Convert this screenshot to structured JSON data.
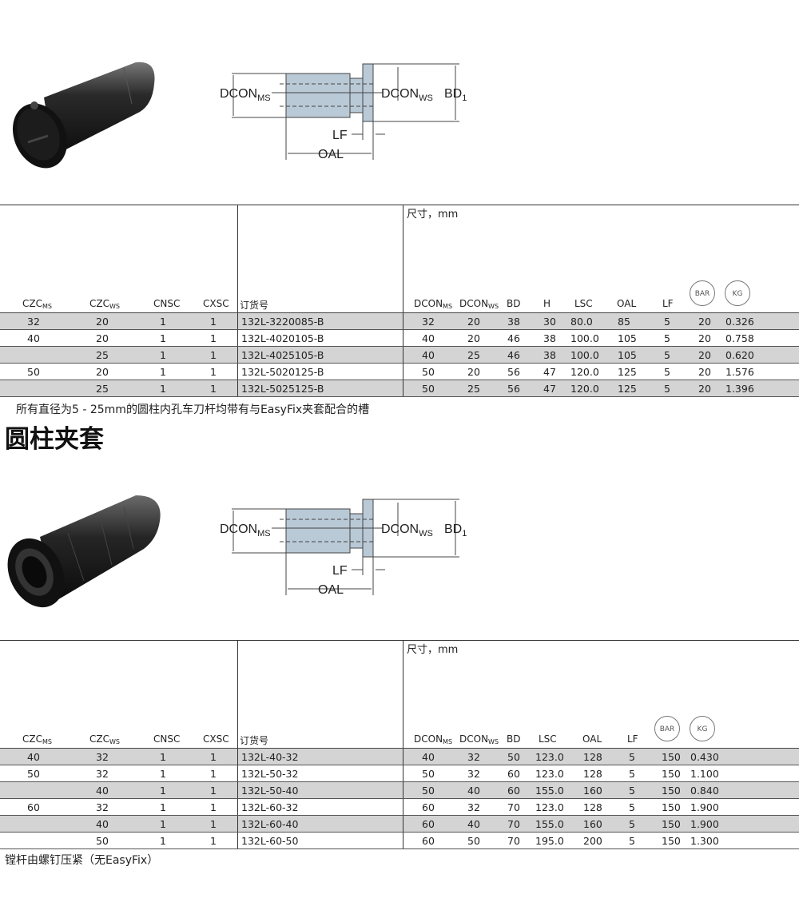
{
  "section1": {
    "drawing_labels": {
      "dcon_ms": "DCON",
      "ms": "MS",
      "dcon_ws": "DCON",
      "ws": "WS",
      "bd": "BD",
      "bd_sub": "1",
      "lf": "LF",
      "oal": "OAL"
    },
    "dim_label": "尺寸，mm",
    "headers": {
      "czc_ms": "CZC",
      "czc_ms_sub": "MS",
      "czc_ws": "CZC",
      "czc_ws_sub": "WS",
      "cnsc": "CNSC",
      "cxsc": "CXSC",
      "order_no": "订货号",
      "dcon_ms": "DCON",
      "dcon_ms_sub": "MS",
      "dcon_ws": "DCON",
      "dcon_ws_sub": "WS",
      "bd": "BD",
      "h": "H",
      "lsc": "LSC",
      "oal": "OAL",
      "lf": "LF",
      "bar_icon": "BAR",
      "kg_icon": "KG"
    },
    "rows": [
      {
        "czc_ms": "32",
        "czc_ws": "20",
        "cnsc": "1",
        "cxsc": "1",
        "order": "132L-3220085-B",
        "dcon_ms": "32",
        "dcon_ws": "20",
        "bd": "38",
        "h": "30",
        "lsc": "80.0",
        "oal": "85",
        "lf": "5",
        "bar": "20",
        "kg": "0.326"
      },
      {
        "czc_ms": "40",
        "czc_ws": "20",
        "cnsc": "1",
        "cxsc": "1",
        "order": "132L-4020105-B",
        "dcon_ms": "40",
        "dcon_ws": "20",
        "bd": "46",
        "h": "38",
        "lsc": "100.0",
        "oal": "105",
        "lf": "5",
        "bar": "20",
        "kg": "0.758"
      },
      {
        "czc_ms": "",
        "czc_ws": "25",
        "cnsc": "1",
        "cxsc": "1",
        "order": "132L-4025105-B",
        "dcon_ms": "40",
        "dcon_ws": "25",
        "bd": "46",
        "h": "38",
        "lsc": "100.0",
        "oal": "105",
        "lf": "5",
        "bar": "20",
        "kg": "0.620"
      },
      {
        "czc_ms": "50",
        "czc_ws": "20",
        "cnsc": "1",
        "cxsc": "1",
        "order": "132L-5020125-B",
        "dcon_ms": "50",
        "dcon_ws": "20",
        "bd": "56",
        "h": "47",
        "lsc": "120.0",
        "oal": "125",
        "lf": "5",
        "bar": "20",
        "kg": "1.576"
      },
      {
        "czc_ms": "",
        "czc_ws": "25",
        "cnsc": "1",
        "cxsc": "1",
        "order": "132L-5025125-B",
        "dcon_ms": "50",
        "dcon_ws": "25",
        "bd": "56",
        "h": "47",
        "lsc": "120.0",
        "oal": "125",
        "lf": "5",
        "bar": "20",
        "kg": "1.396"
      }
    ],
    "note": "所有直径为5 - 25mm的圆柱内孔车刀杆均带有与EasyFix夹套配合的槽"
  },
  "section2": {
    "title": "圆柱夹套",
    "drawing_labels": {
      "dcon_ms": "DCON",
      "ms": "MS",
      "dcon_ws": "DCON",
      "ws": "WS",
      "bd": "BD",
      "bd_sub": "1",
      "lf": "LF",
      "oal": "OAL"
    },
    "dim_label": "尺寸，mm",
    "headers": {
      "czc_ms": "CZC",
      "czc_ms_sub": "MS",
      "czc_ws": "CZC",
      "czc_ws_sub": "WS",
      "cnsc": "CNSC",
      "cxsc": "CXSC",
      "order_no": "订货号",
      "dcon_ms": "DCON",
      "dcon_ms_sub": "MS",
      "dcon_ws": "DCON",
      "dcon_ws_sub": "WS",
      "bd": "BD",
      "lsc": "LSC",
      "oal": "OAL",
      "lf": "LF",
      "bar_icon": "BAR",
      "kg_icon": "KG"
    },
    "rows": [
      {
        "czc_ms": "40",
        "czc_ws": "32",
        "cnsc": "1",
        "cxsc": "1",
        "order": "132L-40-32",
        "dcon_ms": "40",
        "dcon_ws": "32",
        "bd": "50",
        "lsc": "123.0",
        "oal": "128",
        "lf": "5",
        "bar": "150",
        "kg": "0.430"
      },
      {
        "czc_ms": "50",
        "czc_ws": "32",
        "cnsc": "1",
        "cxsc": "1",
        "order": "132L-50-32",
        "dcon_ms": "50",
        "dcon_ws": "32",
        "bd": "60",
        "lsc": "123.0",
        "oal": "128",
        "lf": "5",
        "bar": "150",
        "kg": "1.100"
      },
      {
        "czc_ms": "",
        "czc_ws": "40",
        "cnsc": "1",
        "cxsc": "1",
        "order": "132L-50-40",
        "dcon_ms": "50",
        "dcon_ws": "40",
        "bd": "60",
        "lsc": "155.0",
        "oal": "160",
        "lf": "5",
        "bar": "150",
        "kg": "0.840"
      },
      {
        "czc_ms": "60",
        "czc_ws": "32",
        "cnsc": "1",
        "cxsc": "1",
        "order": "132L-60-32",
        "dcon_ms": "60",
        "dcon_ws": "32",
        "bd": "70",
        "lsc": "123.0",
        "oal": "128",
        "lf": "5",
        "bar": "150",
        "kg": "1.900"
      },
      {
        "czc_ms": "",
        "czc_ws": "40",
        "cnsc": "1",
        "cxsc": "1",
        "order": "132L-60-40",
        "dcon_ms": "60",
        "dcon_ws": "40",
        "bd": "70",
        "lsc": "155.0",
        "oal": "160",
        "lf": "5",
        "bar": "150",
        "kg": "1.900"
      },
      {
        "czc_ms": "",
        "czc_ws": "50",
        "cnsc": "1",
        "cxsc": "1",
        "order": "132L-60-50",
        "dcon_ms": "60",
        "dcon_ws": "50",
        "bd": "70",
        "lsc": "195.0",
        "oal": "200",
        "lf": "5",
        "bar": "150",
        "kg": "1.300"
      }
    ],
    "note": "镗杆由螺钉压紧（无EasyFix）"
  }
}
